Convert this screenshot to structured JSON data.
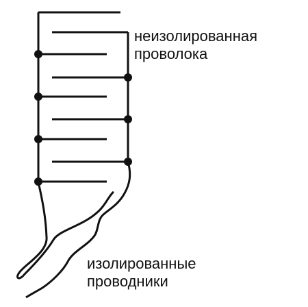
{
  "labels": {
    "bare_wire": [
      "неизолированная",
      "проволока"
    ],
    "insulated_wires": [
      "изолированные",
      "проводники"
    ]
  },
  "colors": {
    "line": "#111111",
    "background": "#ffffff"
  }
}
